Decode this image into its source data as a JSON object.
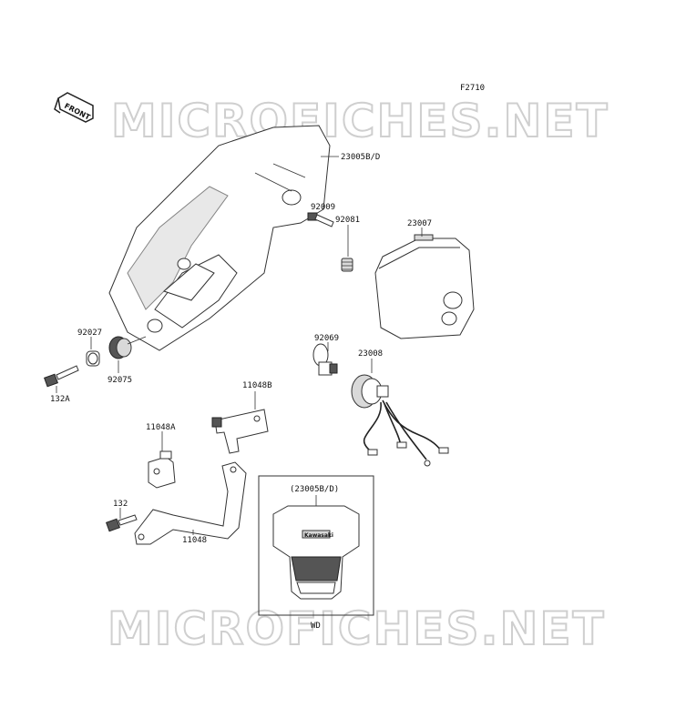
{
  "diagram": {
    "figure_code": "F2710",
    "front_arrow_label": "FRONT",
    "watermark_text": "MICROFICHES.NET",
    "inset_title": "(23005B/D)",
    "inset_caption": "WD",
    "inset_brand": "Kawasaki",
    "part_labels": {
      "p23005bd": "23005B/D",
      "p92009": "92009",
      "p92081": "92081",
      "p23007": "23007",
      "p92027": "92027",
      "p92075": "92075",
      "p132a": "132A",
      "p92069": "92069",
      "p23008": "23008",
      "p11048b": "11048B",
      "p11048a": "11048A",
      "p132": "132",
      "p11048": "11048"
    },
    "colors": {
      "line": "#333333",
      "watermark": "#cfcfcf",
      "shade": "#d9d9d9"
    }
  }
}
